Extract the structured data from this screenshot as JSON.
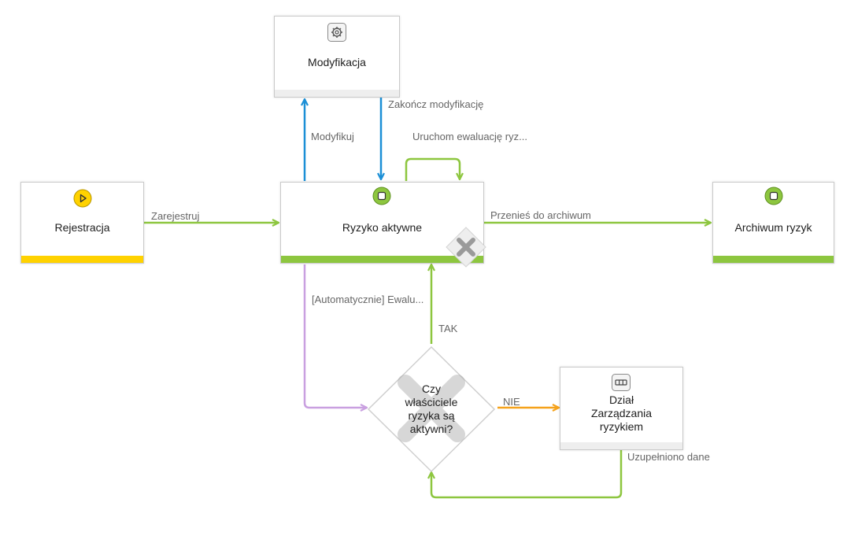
{
  "nodes": {
    "modyfikacja": {
      "label": "Modyfikacja"
    },
    "rejestracja": {
      "label": "Rejestracja"
    },
    "ryzyko": {
      "label": "Ryzyko aktywne"
    },
    "archiwum": {
      "label": "Archiwum ryzyk"
    },
    "dzial": {
      "label": "Dział\nZarządzania\nryzykiem"
    },
    "decision": {
      "label": "Czy\nwłaściciele\nryzyka są\naktywni?"
    }
  },
  "edges": {
    "zarejestruj": "Zarejestruj",
    "modyfikuj": "Modyfikuj",
    "zakoncz": "Zakończ modyfikację",
    "uruchom": "Uruchom ewaluację ryz...",
    "przenies": "Przenieś do archiwum",
    "automatycznie": "[Automatycznie] Ewalu...",
    "tak": "TAK",
    "nie": "NIE",
    "uzupelniono": "Uzupełniono dane"
  },
  "colors": {
    "green": "#8dc63f",
    "yellow": "#ffd200",
    "blue": "#1b8fd6",
    "purple": "#c9a0e0",
    "orange": "#f5a21b",
    "gray_bar": "#eeeeee"
  },
  "icons": {
    "modyfikacja": "gear-icon",
    "rejestracja": "play-icon",
    "ryzyko": "stop-icon",
    "archiwum": "stop-icon",
    "dzial": "group-icon",
    "ryzyko_overlay": "close-icon",
    "decision_overlay": "close-icon"
  }
}
